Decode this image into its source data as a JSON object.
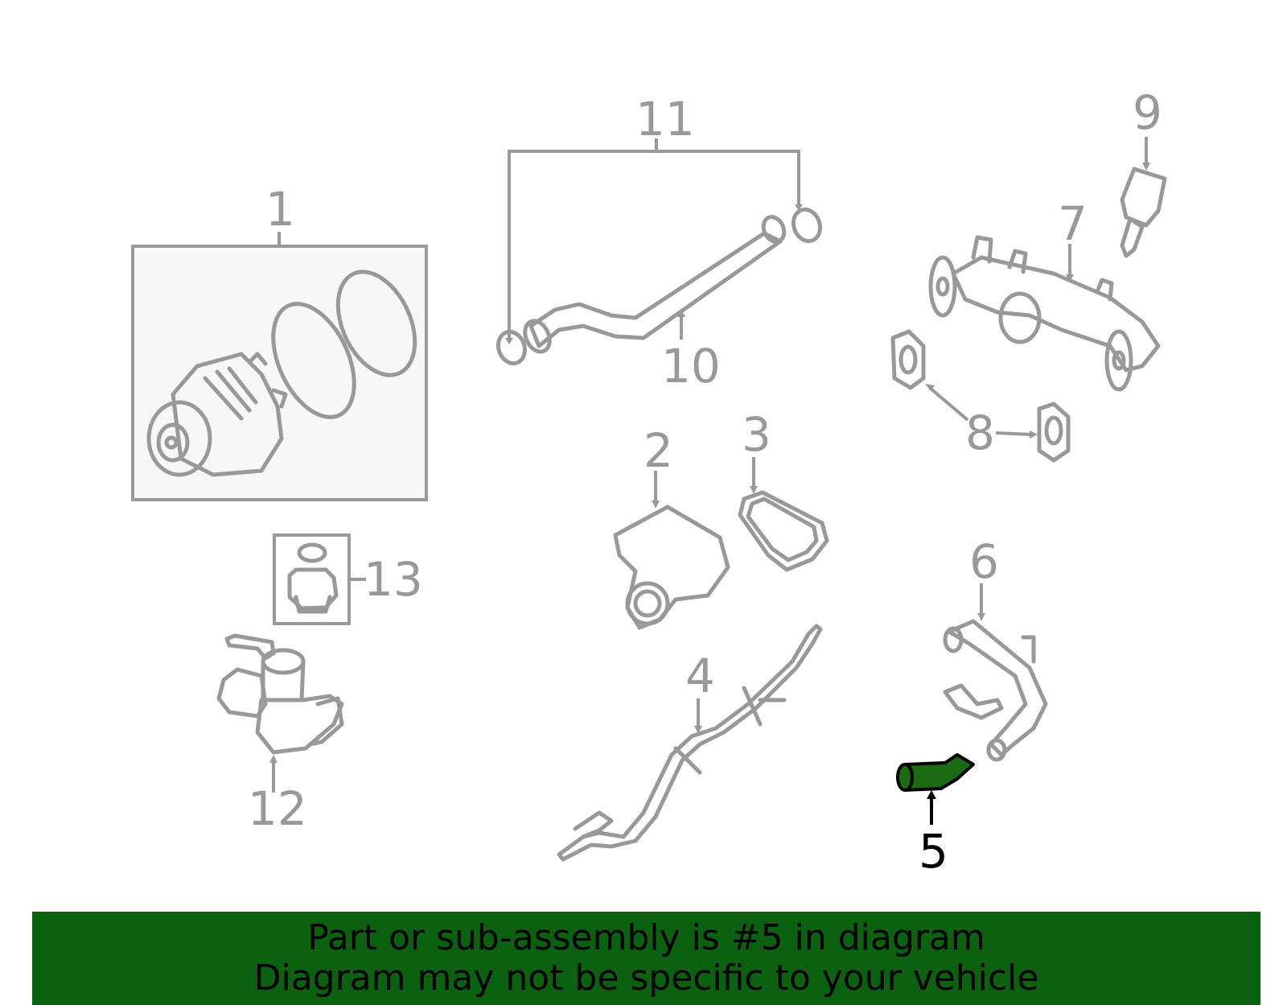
{
  "diagram": {
    "callouts": [
      {
        "id": "1",
        "label": "1"
      },
      {
        "id": "2",
        "label": "2"
      },
      {
        "id": "3",
        "label": "3"
      },
      {
        "id": "4",
        "label": "4"
      },
      {
        "id": "5",
        "label": "5"
      },
      {
        "id": "6",
        "label": "6"
      },
      {
        "id": "7",
        "label": "7"
      },
      {
        "id": "8",
        "label": "8"
      },
      {
        "id": "9",
        "label": "9"
      },
      {
        "id": "10",
        "label": "10"
      },
      {
        "id": "11",
        "label": "11"
      },
      {
        "id": "12",
        "label": "12"
      },
      {
        "id": "13",
        "label": "13"
      }
    ],
    "highlighted_part": "5"
  },
  "banner": {
    "line1": "Part or sub-assembly is #5 in diagram",
    "line2": "Diagram may not be specific to your vehicle"
  },
  "colors": {
    "line_gray": "#999999",
    "highlight_green": "#1a6b14",
    "banner_green": "#0c6110",
    "text_black": "#000000"
  }
}
